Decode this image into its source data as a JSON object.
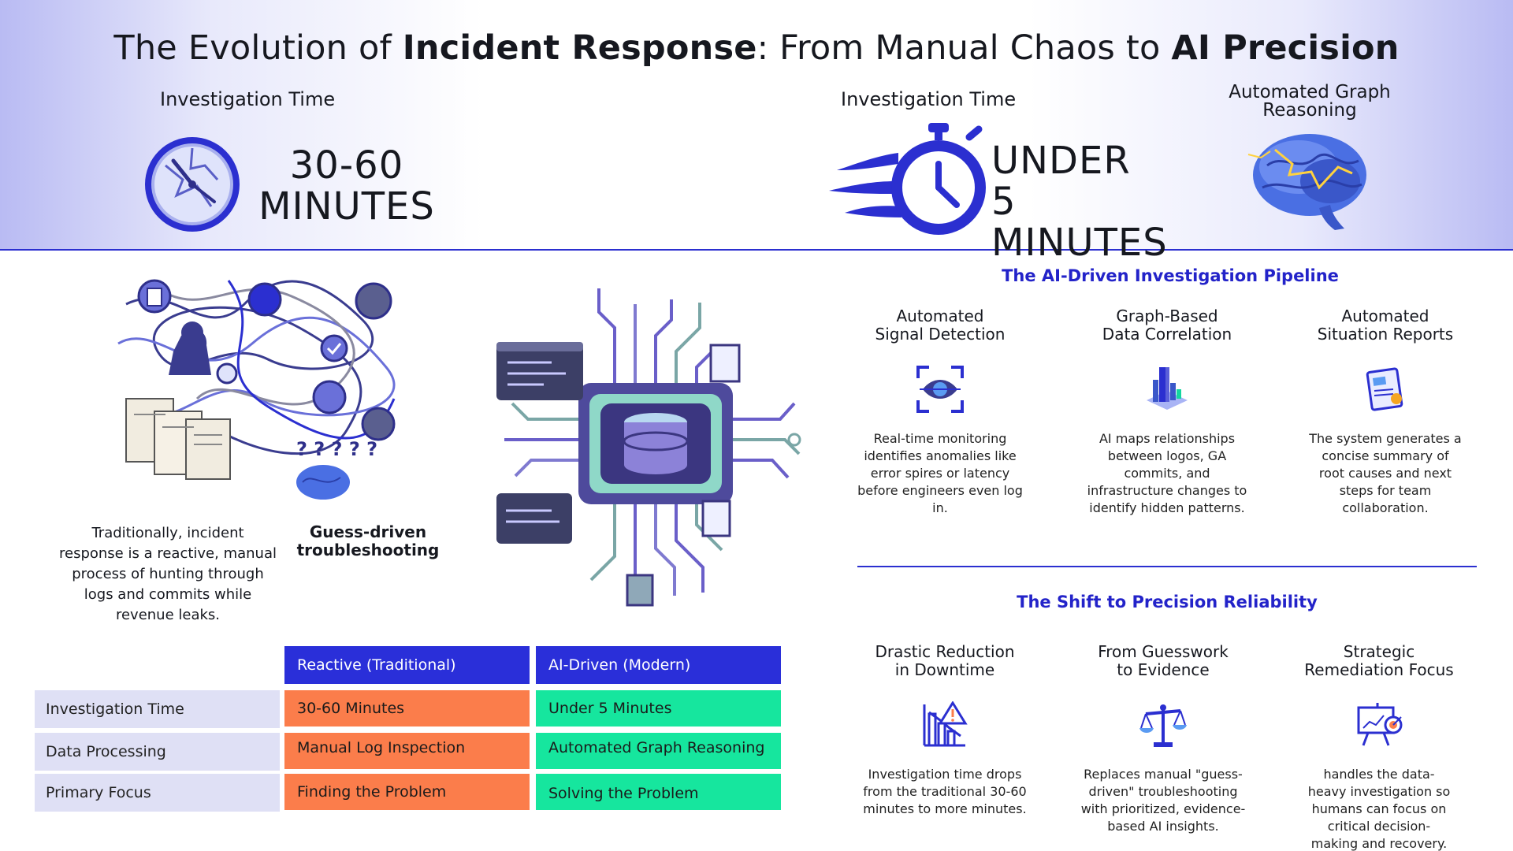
{
  "header": {
    "title_a": "The Evolution of ",
    "title_b": "Incident Response",
    "title_c": ": From Manual Chaos to ",
    "title_d": "AI Precision"
  },
  "hero": {
    "left_label": "Investigation Time",
    "left_line1": "30-60",
    "left_line2": "MINUTES",
    "right_label": "Investigation Time",
    "right_line1": "UNDER 5",
    "right_line2": "MINUTES",
    "brain_label_line1": "Automated Graph",
    "brain_label_line2": "Reasoning"
  },
  "left_panel": {
    "chaos_caption_line1": "Guess-driven",
    "chaos_caption_line2": "troubleshooting",
    "description_lines": [
      "Traditionally, incident",
      "response is a reactive, manual",
      "process of hunting through",
      "logs and commits while",
      "revenue leaks."
    ]
  },
  "comparison_table": {
    "col_headers": [
      "Reactive (Traditional)",
      "AI-Driven (Modern)"
    ],
    "rows": [
      {
        "label": "Investigation Time",
        "reactive": "30-60 Minutes",
        "ai": "Under 5 Minutes"
      },
      {
        "label": "Data Processing",
        "reactive": "Manual Log Inspection",
        "ai": "Automated Graph Reasoning"
      },
      {
        "label": "Primary Focus",
        "reactive": "Finding the Problem",
        "ai": "Solving the Problem"
      }
    ],
    "colors": {
      "header": "#2a2fd9",
      "reactive": "#fb7d4b",
      "ai": "#16e69e",
      "row_label": "#dfe0f5"
    }
  },
  "pipeline": {
    "heading": "The AI-Driven Investigation Pipeline",
    "cards": [
      {
        "title_line1": "Automated",
        "title_line2": "Signal Detection",
        "icon": "eye-scan-icon",
        "body_lines": [
          "Real-time monitoring",
          "identifies anomalies like",
          "error spires or latency",
          "before engineers even log",
          "in."
        ]
      },
      {
        "title_line1": "Graph-Based",
        "title_line2": "Data Correlation",
        "icon": "bar-graph-icon",
        "body_lines": [
          "AI maps relationships",
          "between logos, GA",
          "commits, and",
          "infrastructure changes to",
          "identify hidden patterns."
        ]
      },
      {
        "title_line1": "Automated",
        "title_line2": "Situation Reports",
        "icon": "report-document-icon",
        "body_lines": [
          "The system generates a",
          "concise summary of",
          "root causes and next",
          "steps for team",
          "collaboration."
        ]
      }
    ]
  },
  "shift": {
    "heading": "The Shift to Precision Reliability",
    "cards": [
      {
        "title_line1": "Drastic Reduction",
        "title_line2": "in Downtime",
        "icon": "declining-chart-warning-icon",
        "body_lines": [
          "Investigation time drops",
          "from the traditional 30-60",
          "minutes to more minutes."
        ]
      },
      {
        "title_line1": "From Guesswork",
        "title_line2": "to Evidence",
        "icon": "balance-scale-icon",
        "body_lines": [
          "Replaces manual \"guess-",
          "driven\" troubleshooting",
          "with prioritized, evidence-",
          "based AI insights."
        ]
      },
      {
        "title_line1": "Strategic",
        "title_line2": "Remediation Focus",
        "icon": "target-presentation-icon",
        "body_lines": [
          "handles the data-",
          "heavy investigation so",
          "humans can focus on",
          "critical decision-",
          "making and recovery."
        ]
      }
    ]
  },
  "colors": {
    "accent": "#2b2fd0",
    "heading": "#2323c9"
  }
}
